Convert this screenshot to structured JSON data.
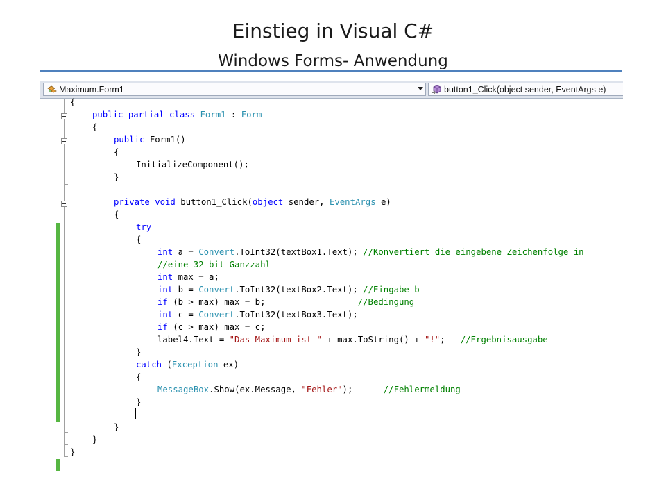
{
  "slide": {
    "title": "Einstieg in Visual C#",
    "subtitle": "Windows Forms- Anwendung"
  },
  "nav": {
    "class_combo": "Maximum.Form1",
    "member_combo": "button1_Click(object sender, EventArgs e)",
    "class_icon": "class-icon",
    "member_icon": "method-icon"
  },
  "colors": {
    "keyword": "#0000ff",
    "type": "#2b91af",
    "string": "#a31515",
    "comment": "#008000",
    "change_bar": "#56b642",
    "accent_rule": "#4f81bd"
  },
  "code": {
    "lines": [
      "{",
      "public partial class Form1 : Form",
      "{",
      "public Form1()",
      "{",
      "InitializeComponent();",
      "}",
      "",
      "private void button1_Click(object sender, EventArgs e)",
      "{",
      "try",
      "{",
      "int a = Convert.ToInt32(textBox1.Text); //Konvertiert die eingebene Zeichenfolge in",
      "//eine 32 bit Ganzzahl",
      "int max = a;",
      "int b = Convert.ToInt32(textBox2.Text); //Eingabe b",
      "if (b > max) max = b;                  //Bedingung",
      "int c = Convert.ToInt32(textBox3.Text);",
      "if (c > max) max = c;",
      "label4.Text = \"Das Maximum ist \" + max.ToString() + \"!\";   //Ergebnisausgabe",
      "}",
      "catch (Exception ex)",
      "{",
      "MessageBox.Show(ex.Message, \"Fehler\");      //Fehlermeldung",
      "}",
      "",
      "}",
      "}",
      "}"
    ]
  }
}
